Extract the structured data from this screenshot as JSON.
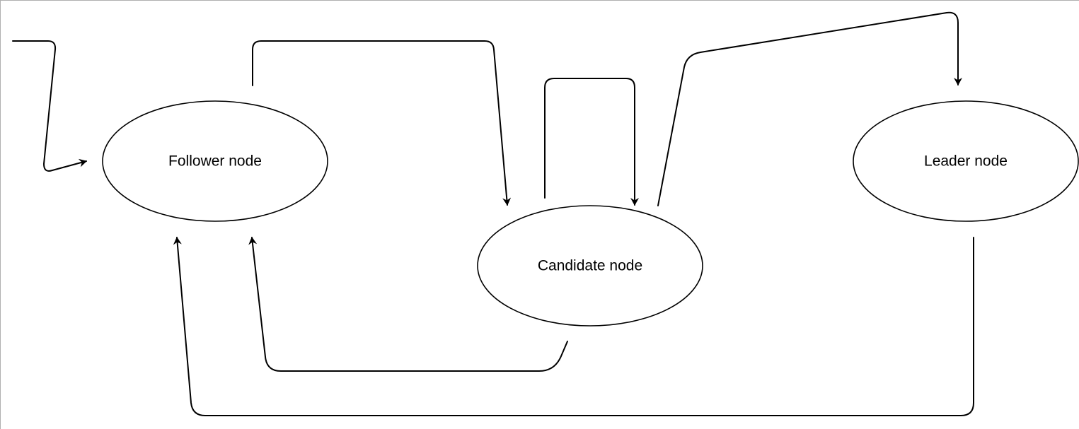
{
  "colors": {
    "stroke": "#000000",
    "background": "#ffffff",
    "frame": "#b0b0b0"
  },
  "nodes": {
    "follower": {
      "label": "Follower node"
    },
    "candidate": {
      "label": "Candidate node"
    },
    "leader": {
      "label": "Leader node"
    }
  },
  "edges": [
    {
      "id": "entry-to-follower",
      "from": "",
      "to": "follower"
    },
    {
      "id": "follower-to-candidate",
      "from": "follower",
      "to": "candidate"
    },
    {
      "id": "candidate-self-loop",
      "from": "candidate",
      "to": "candidate"
    },
    {
      "id": "candidate-to-leader",
      "from": "candidate",
      "to": "leader"
    },
    {
      "id": "candidate-to-follower",
      "from": "candidate",
      "to": "follower"
    },
    {
      "id": "leader-to-follower",
      "from": "leader",
      "to": "follower"
    }
  ]
}
